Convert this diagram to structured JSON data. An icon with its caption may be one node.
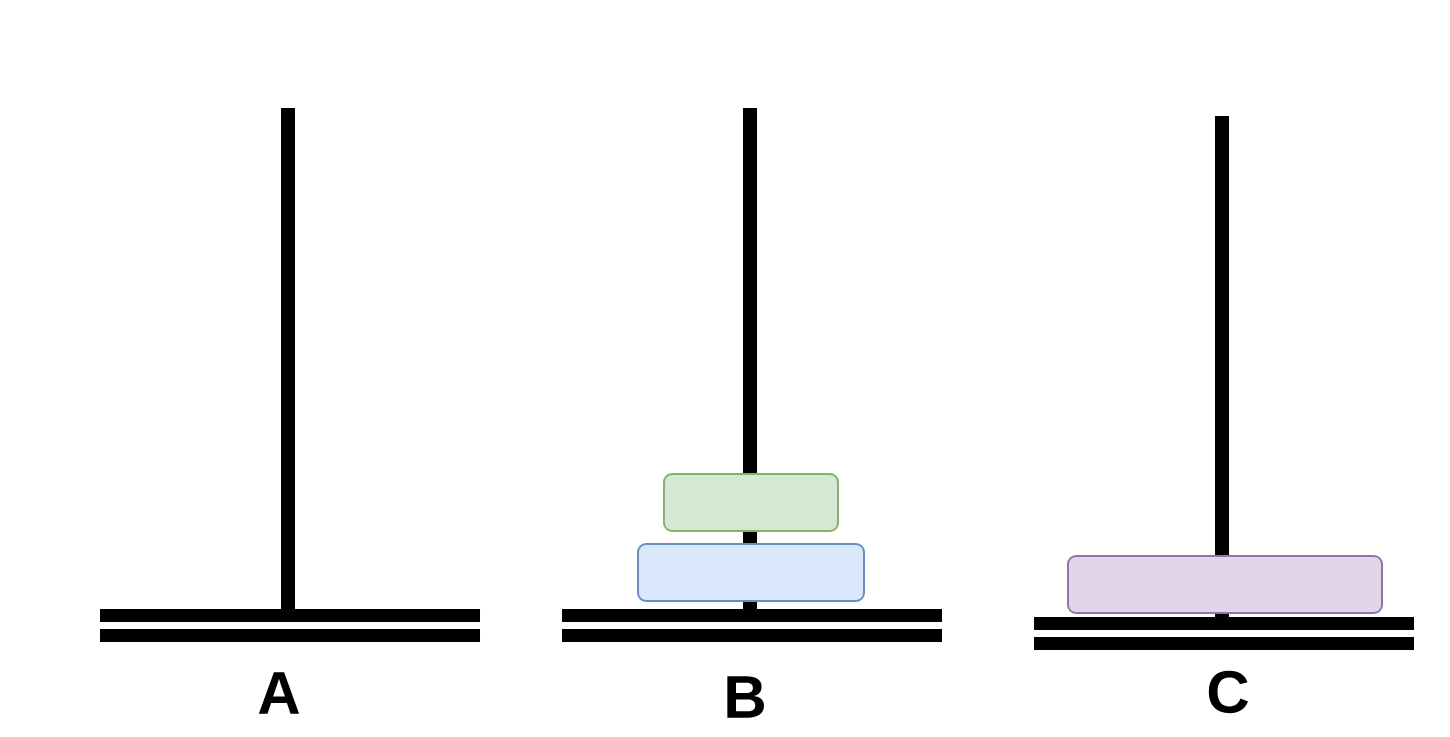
{
  "diagram": {
    "nodes": [
      {
        "text": [],
        "shape": "box"
      },
      {
        "text": [],
        "shape": "box"
      },
      {
        "text": [],
        "shape": "box"
      }
    ],
    "labels": [
      "A",
      "B",
      "C"
    ]
  }
}
